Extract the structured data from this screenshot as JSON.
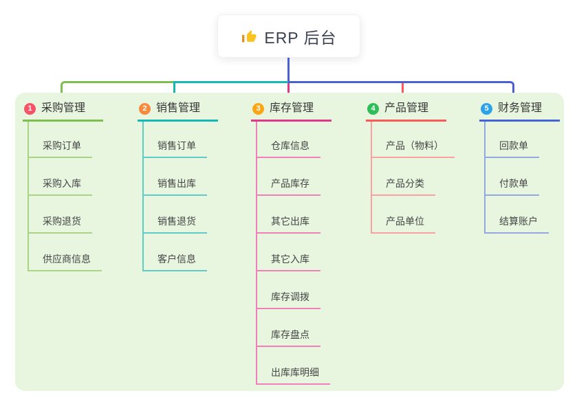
{
  "root": {
    "title": "ERP 后台",
    "icon": "thumbs-up-icon"
  },
  "branches": [
    {
      "number": "1",
      "title": "采购管理",
      "badge_color": "#F65368",
      "line_color": "#7CBF4F",
      "sub_line_color": "#A9D583",
      "items": [
        "采购订单",
        "采购入库",
        "采购退货",
        "供应商信息"
      ]
    },
    {
      "number": "2",
      "title": "销售管理",
      "badge_color": "#F88A3E",
      "line_color": "#14B8B4",
      "sub_line_color": "#5FCBC6",
      "items": [
        "销售订单",
        "销售出库",
        "销售退货",
        "客户信息"
      ]
    },
    {
      "number": "3",
      "title": "库存管理",
      "badge_color": "#FAA616",
      "line_color": "#E0378D",
      "sub_line_color": "#F07EB8",
      "items": [
        "仓库信息",
        "产品库存",
        "其它出库",
        "其它入库",
        "库存调拨",
        "库存盘点",
        "出库库明细"
      ]
    },
    {
      "number": "4",
      "title": "产品管理",
      "badge_color": "#2EBD57",
      "line_color": "#FB5858",
      "sub_line_color": "#F9A0A0",
      "items": [
        "产品（物料）",
        "产品分类",
        "产品单位"
      ]
    },
    {
      "number": "5",
      "title": "财务管理",
      "badge_color": "#2BA2EA",
      "line_color": "#4463D6",
      "sub_line_color": "#93A7E0",
      "items": [
        "回款单",
        "付款单",
        "结算账户"
      ]
    }
  ],
  "connectors": {
    "trunk_color": "#4A5FD4"
  },
  "board": {
    "background_color": "#E8F6E0"
  }
}
